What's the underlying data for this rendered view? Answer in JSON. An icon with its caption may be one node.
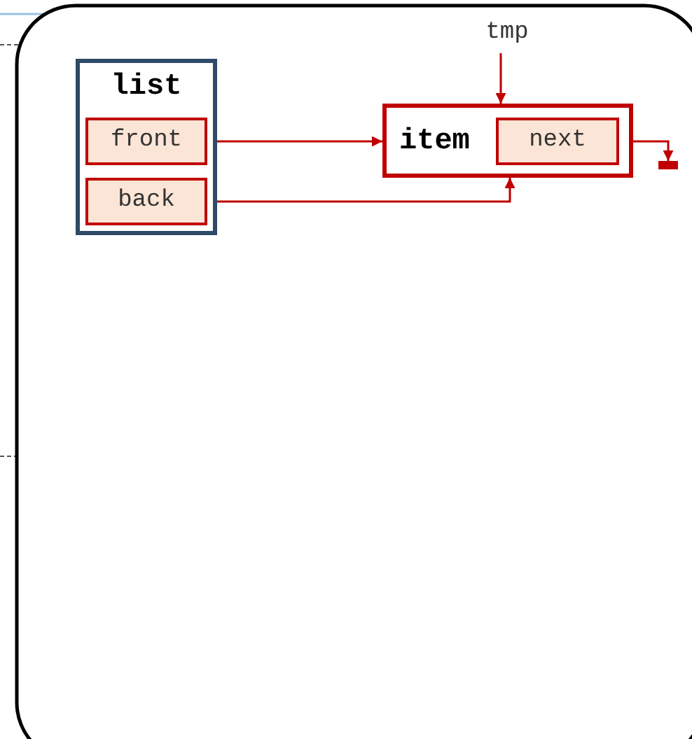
{
  "diagram": {
    "nodes": [
      {
        "text": [
          "list"
        ]
      },
      {
        "text": [
          "front"
        ],
        "in": 0
      },
      {
        "text": [
          "back"
        ],
        "in": 0
      },
      {
        "text": [
          "item"
        ]
      },
      {
        "text": [
          "next"
        ],
        "in": 3
      },
      {
        "text": [
          "tmp"
        ]
      },
      {
        "text": [],
        "shape": "bar"
      }
    ],
    "edges": [
      {
        "from": 1,
        "to": 3,
        "arrow": "to"
      },
      {
        "from": 2,
        "to": 3,
        "arrow": "to"
      },
      {
        "from": 5,
        "to": 3,
        "arrow": "to"
      },
      {
        "from": 4,
        "to": 6,
        "arrow": "to"
      }
    ]
  }
}
